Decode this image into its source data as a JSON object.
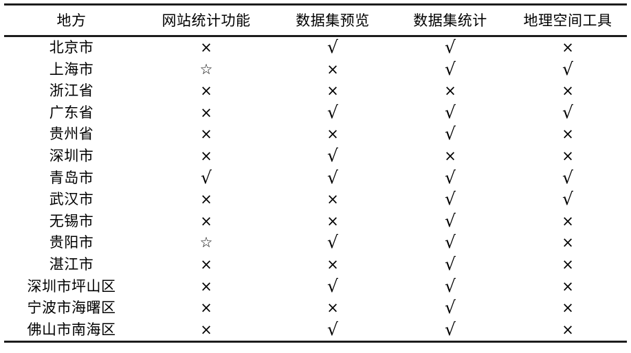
{
  "table": {
    "columns": [
      "地方",
      "网站统计功能",
      "数据集预览",
      "数据集统计",
      "地理空间工具"
    ],
    "symbols": {
      "check": "√",
      "cross": "×",
      "star": "☆"
    },
    "rows": [
      {
        "place": "北京市",
        "cells": [
          "×",
          "√",
          "√",
          "×"
        ]
      },
      {
        "place": "上海市",
        "cells": [
          "☆",
          "×",
          "√",
          "√"
        ]
      },
      {
        "place": "浙江省",
        "cells": [
          "×",
          "×",
          "×",
          "×"
        ]
      },
      {
        "place": "广东省",
        "cells": [
          "×",
          "√",
          "√",
          "√"
        ]
      },
      {
        "place": "贵州省",
        "cells": [
          "×",
          "×",
          "√",
          "×"
        ]
      },
      {
        "place": "深圳市",
        "cells": [
          "×",
          "√",
          "×",
          "×"
        ]
      },
      {
        "place": "青岛市",
        "cells": [
          "√",
          "√",
          "√",
          "√"
        ]
      },
      {
        "place": "武汉市",
        "cells": [
          "×",
          "×",
          "√",
          "√"
        ]
      },
      {
        "place": "无锡市",
        "cells": [
          "×",
          "×",
          "√",
          "×"
        ]
      },
      {
        "place": "贵阳市",
        "cells": [
          "☆",
          "√",
          "√",
          "×"
        ]
      },
      {
        "place": "湛江市",
        "cells": [
          "×",
          "×",
          "√",
          "×"
        ]
      },
      {
        "place": "深圳市坪山区",
        "cells": [
          "×",
          "√",
          "√",
          "×"
        ]
      },
      {
        "place": "宁波市海曙区",
        "cells": [
          "×",
          "×",
          "√",
          "×"
        ]
      },
      {
        "place": "佛山市南海区",
        "cells": [
          "×",
          "√",
          "√",
          "×"
        ]
      }
    ]
  },
  "style": {
    "rule_color": "#1c1c1c",
    "text_color": "#000000",
    "background": "#ffffff"
  }
}
